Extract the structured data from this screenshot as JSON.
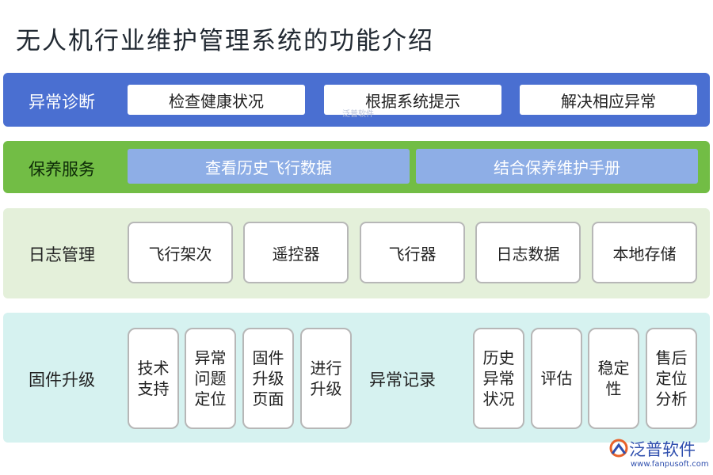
{
  "title": "无人机行业维护管理系统的功能介绍",
  "rows": {
    "diagnosis": {
      "label": "异常诊断",
      "items": [
        "检查健康状况",
        "根据系统提示",
        "解决相应异常"
      ]
    },
    "maintenance": {
      "label": "保养服务",
      "items": [
        "查看历史飞行数据",
        "结合保养维护手册"
      ]
    },
    "logs": {
      "label": "日志管理",
      "items": [
        "飞行架次",
        "遥控器",
        "飞行器",
        "日志数据",
        "本地存储"
      ]
    },
    "firmware": {
      "label": "固件升级",
      "items": [
        "技术\n支持",
        "异常\n问题\n定位",
        "固件\n升级\n页面",
        "进行\n升级"
      ]
    },
    "records": {
      "label": "异常记录",
      "items": [
        "历史\n异常\n状况",
        "评估",
        "稳定\n性",
        "售后\n定位\n分析"
      ]
    }
  },
  "watermark": "泛普软件",
  "logo": {
    "name": "泛普软件",
    "url": "www.fanpusoft.com"
  },
  "colors": {
    "blue_band": "#4a6fd1",
    "green_band": "#72bd45",
    "light_green_band": "#e4f0da",
    "cyan_band": "#d6f2f0",
    "pill_blue": "#8eaee6"
  }
}
